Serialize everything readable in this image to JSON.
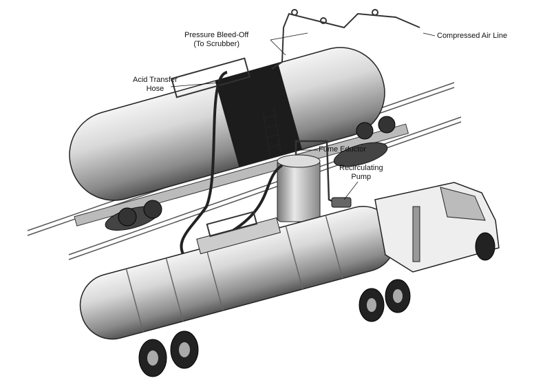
{
  "labels": {
    "pressure_bleed_off_line1": "Pressure Bleed-Off",
    "pressure_bleed_off_line2": "(To Scrubber)",
    "compressed_air_line": "Compressed Air Line",
    "acid_transfer_hose_line1": "Acid Transfer",
    "acid_transfer_hose_line2": "Hose",
    "fume_eductor": "Fume Eductor",
    "recirculating_pump_line1": "Recirculating",
    "recirculating_pump_line2": "Pump"
  }
}
